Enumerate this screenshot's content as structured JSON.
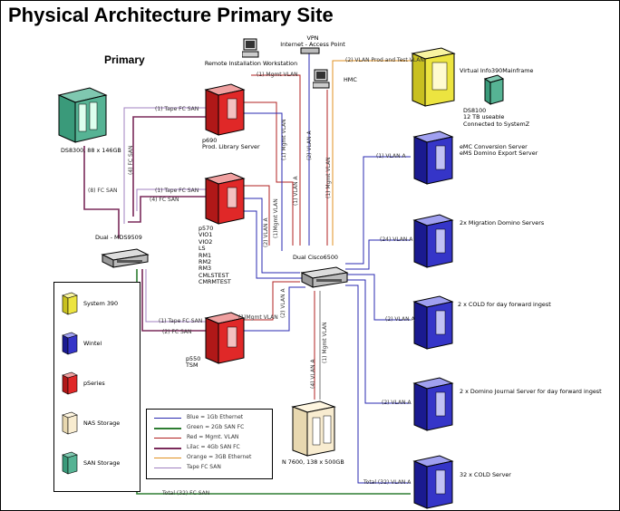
{
  "title": "Physical Architecture Primary Site",
  "primary_label": "Primary",
  "nodes": {
    "ds8300": "DS8300, 88 x 146GB",
    "p690": "p690\nProd. Library Server",
    "p570": "p570\nVIO1\nVIO2\nLS\nRM1\nRM2\nRM3\nCMLSTEST\nCMRMTEST",
    "p550": "p550\nTSM",
    "n7600": "N 7600, 138 x 500GB",
    "remote_ws": "Remote Installation Workstation",
    "vpn": "VPN\nInternet - Access Point",
    "hmc": "HMC",
    "mainframe": "Virtual Info390Mainframe",
    "ds8100": "DS8100\n12 TB useable\nConnected to SystemZ",
    "emc_server": "eMC Conversion Server\neMS Domino Export Server",
    "migration": "2x Migration Domino Servers",
    "cold_ingest": "2 x COLD for day forward ingest",
    "domino_journal": "2 x Domino Journal Server for day forward ingest",
    "cold_server": "32 x COLD Server",
    "dual_mds": "Dual - MDS9509",
    "dual_cisco": "Dual Cisco6500"
  },
  "link_labels": {
    "mgmt_remote": "(1) Mgmt VLAN",
    "prod_test_mf": "(2) VLAN Prod and Test VLAN",
    "p690_tape": "(1) Tape FC SAN",
    "p690_mgmt": "(1) Mgmt VLAN",
    "p690_vlan": "(2) VLAN A",
    "p690_fc": "(4) FC SAN",
    "ds_fc": "(8) FC SAN",
    "p570_tape": "(1) Tape FC SAN",
    "p570_fc": "(4) FC SAN",
    "p570_vlan_a": "(1) VLAN A",
    "p570_mgmt": "(1)Mgmt VLAN",
    "p570_vlan": "(2) VLAN A",
    "p550_tape": "(1) Tape FC SAN",
    "p550_fc": "(2) FC SAN",
    "p550_mgmt": "(1)Mgmt VLAN",
    "p550_vlan": "(2) VLAN A",
    "vlan_a_1": "(1) VLAN A",
    "vlan_a_24": "(24) VLAN A",
    "vlan_a_2a": "(2) VLAN A",
    "vlan_a_2b": "(2) VLAN A",
    "vlan_a_total": "Total (32) VLAN A",
    "fc_total": "Total (32) FC SAN",
    "n7600_vlan": "(4) VLAN A",
    "n7600_mgmt": "(1) Mgmt VLAN",
    "hmc_mgmt": "(1) Mgmt VLAN"
  },
  "icon_legend": [
    {
      "label": "System 390",
      "color": "#e8e030"
    },
    {
      "label": "Wintel",
      "color": "#3030c0"
    },
    {
      "label": "pSeries",
      "color": "#d02020"
    },
    {
      "label": "NAS Storage",
      "color": "#f4e8c8"
    },
    {
      "label": "SAN Storage",
      "color": "#3a9a7a"
    }
  ],
  "line_legend": [
    {
      "label": "Blue = 1Gb Ethernet",
      "color": "#2a2ab0"
    },
    {
      "label": "Green = 2Gb SAN FC",
      "color": "#2e7d32"
    },
    {
      "label": "Red = Mgmt. VLAN",
      "color": "#b02020"
    },
    {
      "label": "Lilac = 4Gb SAN FC",
      "color": "#7a2a5a"
    },
    {
      "label": "Orange = 3GB Ethernet",
      "color": "#e09020"
    },
    {
      "label": "Tape FC SAN",
      "color": "#a080c0"
    }
  ],
  "colors": {
    "ethernet": "#2a2ab0",
    "san2": "#2e7d32",
    "mgmt": "#b02020",
    "san4": "#7a2a5a",
    "eth3": "#e09020",
    "tape": "#a080c0",
    "grey": "#777777"
  }
}
